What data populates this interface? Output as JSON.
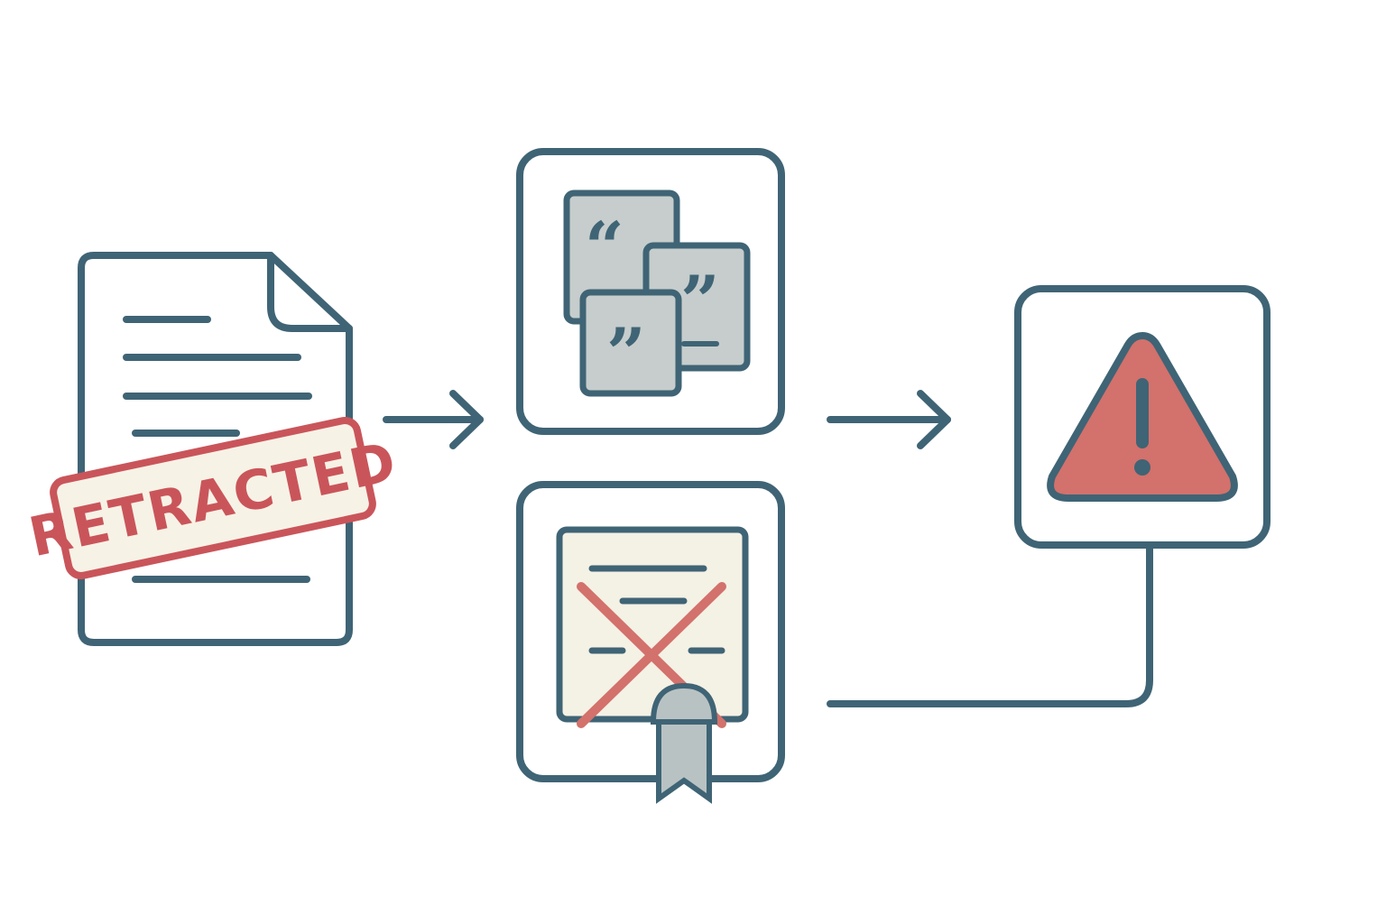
{
  "colors": {
    "outline": "#3f6475",
    "alert_red": "#d3716c",
    "stamp_red": "#c9555a",
    "stamp_fill": "#f7f2e6",
    "quote_fill": "#c6cdcc",
    "cert_fill": "#f4f1e5",
    "ribbon_fill": "#b9c2c3",
    "background": "#ffffff"
  },
  "nodes": {
    "source_document": {
      "icon": "document-icon",
      "stamp_text": "RETRACTED"
    },
    "citations": {
      "icon": "quotation-cards-icon"
    },
    "invalidated_certificate": {
      "icon": "crossed-certificate-icon"
    },
    "warning": {
      "icon": "warning-triangle-icon"
    }
  },
  "connectors": [
    {
      "from": "source_document",
      "to": "citations",
      "style": "arrow"
    },
    {
      "from": "citations",
      "to": "warning",
      "style": "arrow"
    },
    {
      "from": "invalidated_certificate",
      "to": "warning",
      "style": "elbow-line"
    }
  ]
}
